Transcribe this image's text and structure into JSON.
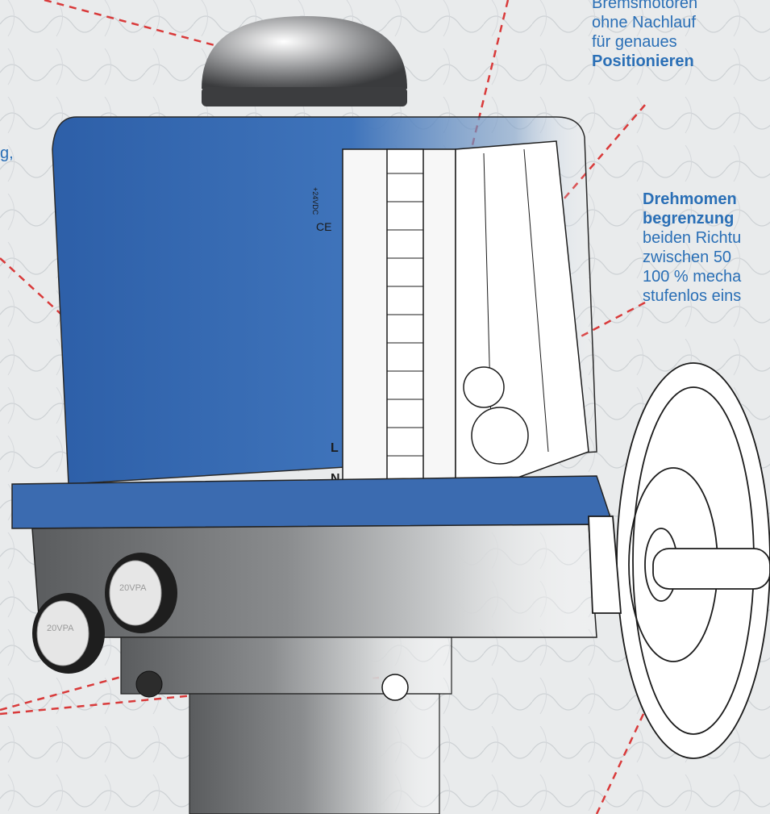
{
  "callouts": {
    "top_right": {
      "line1": "Bremsmotoren",
      "line2": "ohne Nachlauf",
      "line3": "für genaues",
      "line4": "Positionieren"
    },
    "right": {
      "line1": "Drehmomen",
      "line2": "begrenzung",
      "line3": "beiden Richtu",
      "line4": "zwischen 50",
      "line5": "100 % mecha",
      "line6": "stufenlos eins"
    },
    "left_fragment": "g,"
  },
  "device_markings": {
    "terminal_l": "L",
    "terminal_n": "N",
    "gland_label_1": "20VPA",
    "gland_label_2": "20VPA",
    "voltage_label": "+24VDC",
    "ce_mark": "CE"
  },
  "colors": {
    "accent_text": "#2a6fb6",
    "housing_blue": "#3a6fb5",
    "leader_line": "#d93a3a",
    "background": "#e9ebec"
  }
}
